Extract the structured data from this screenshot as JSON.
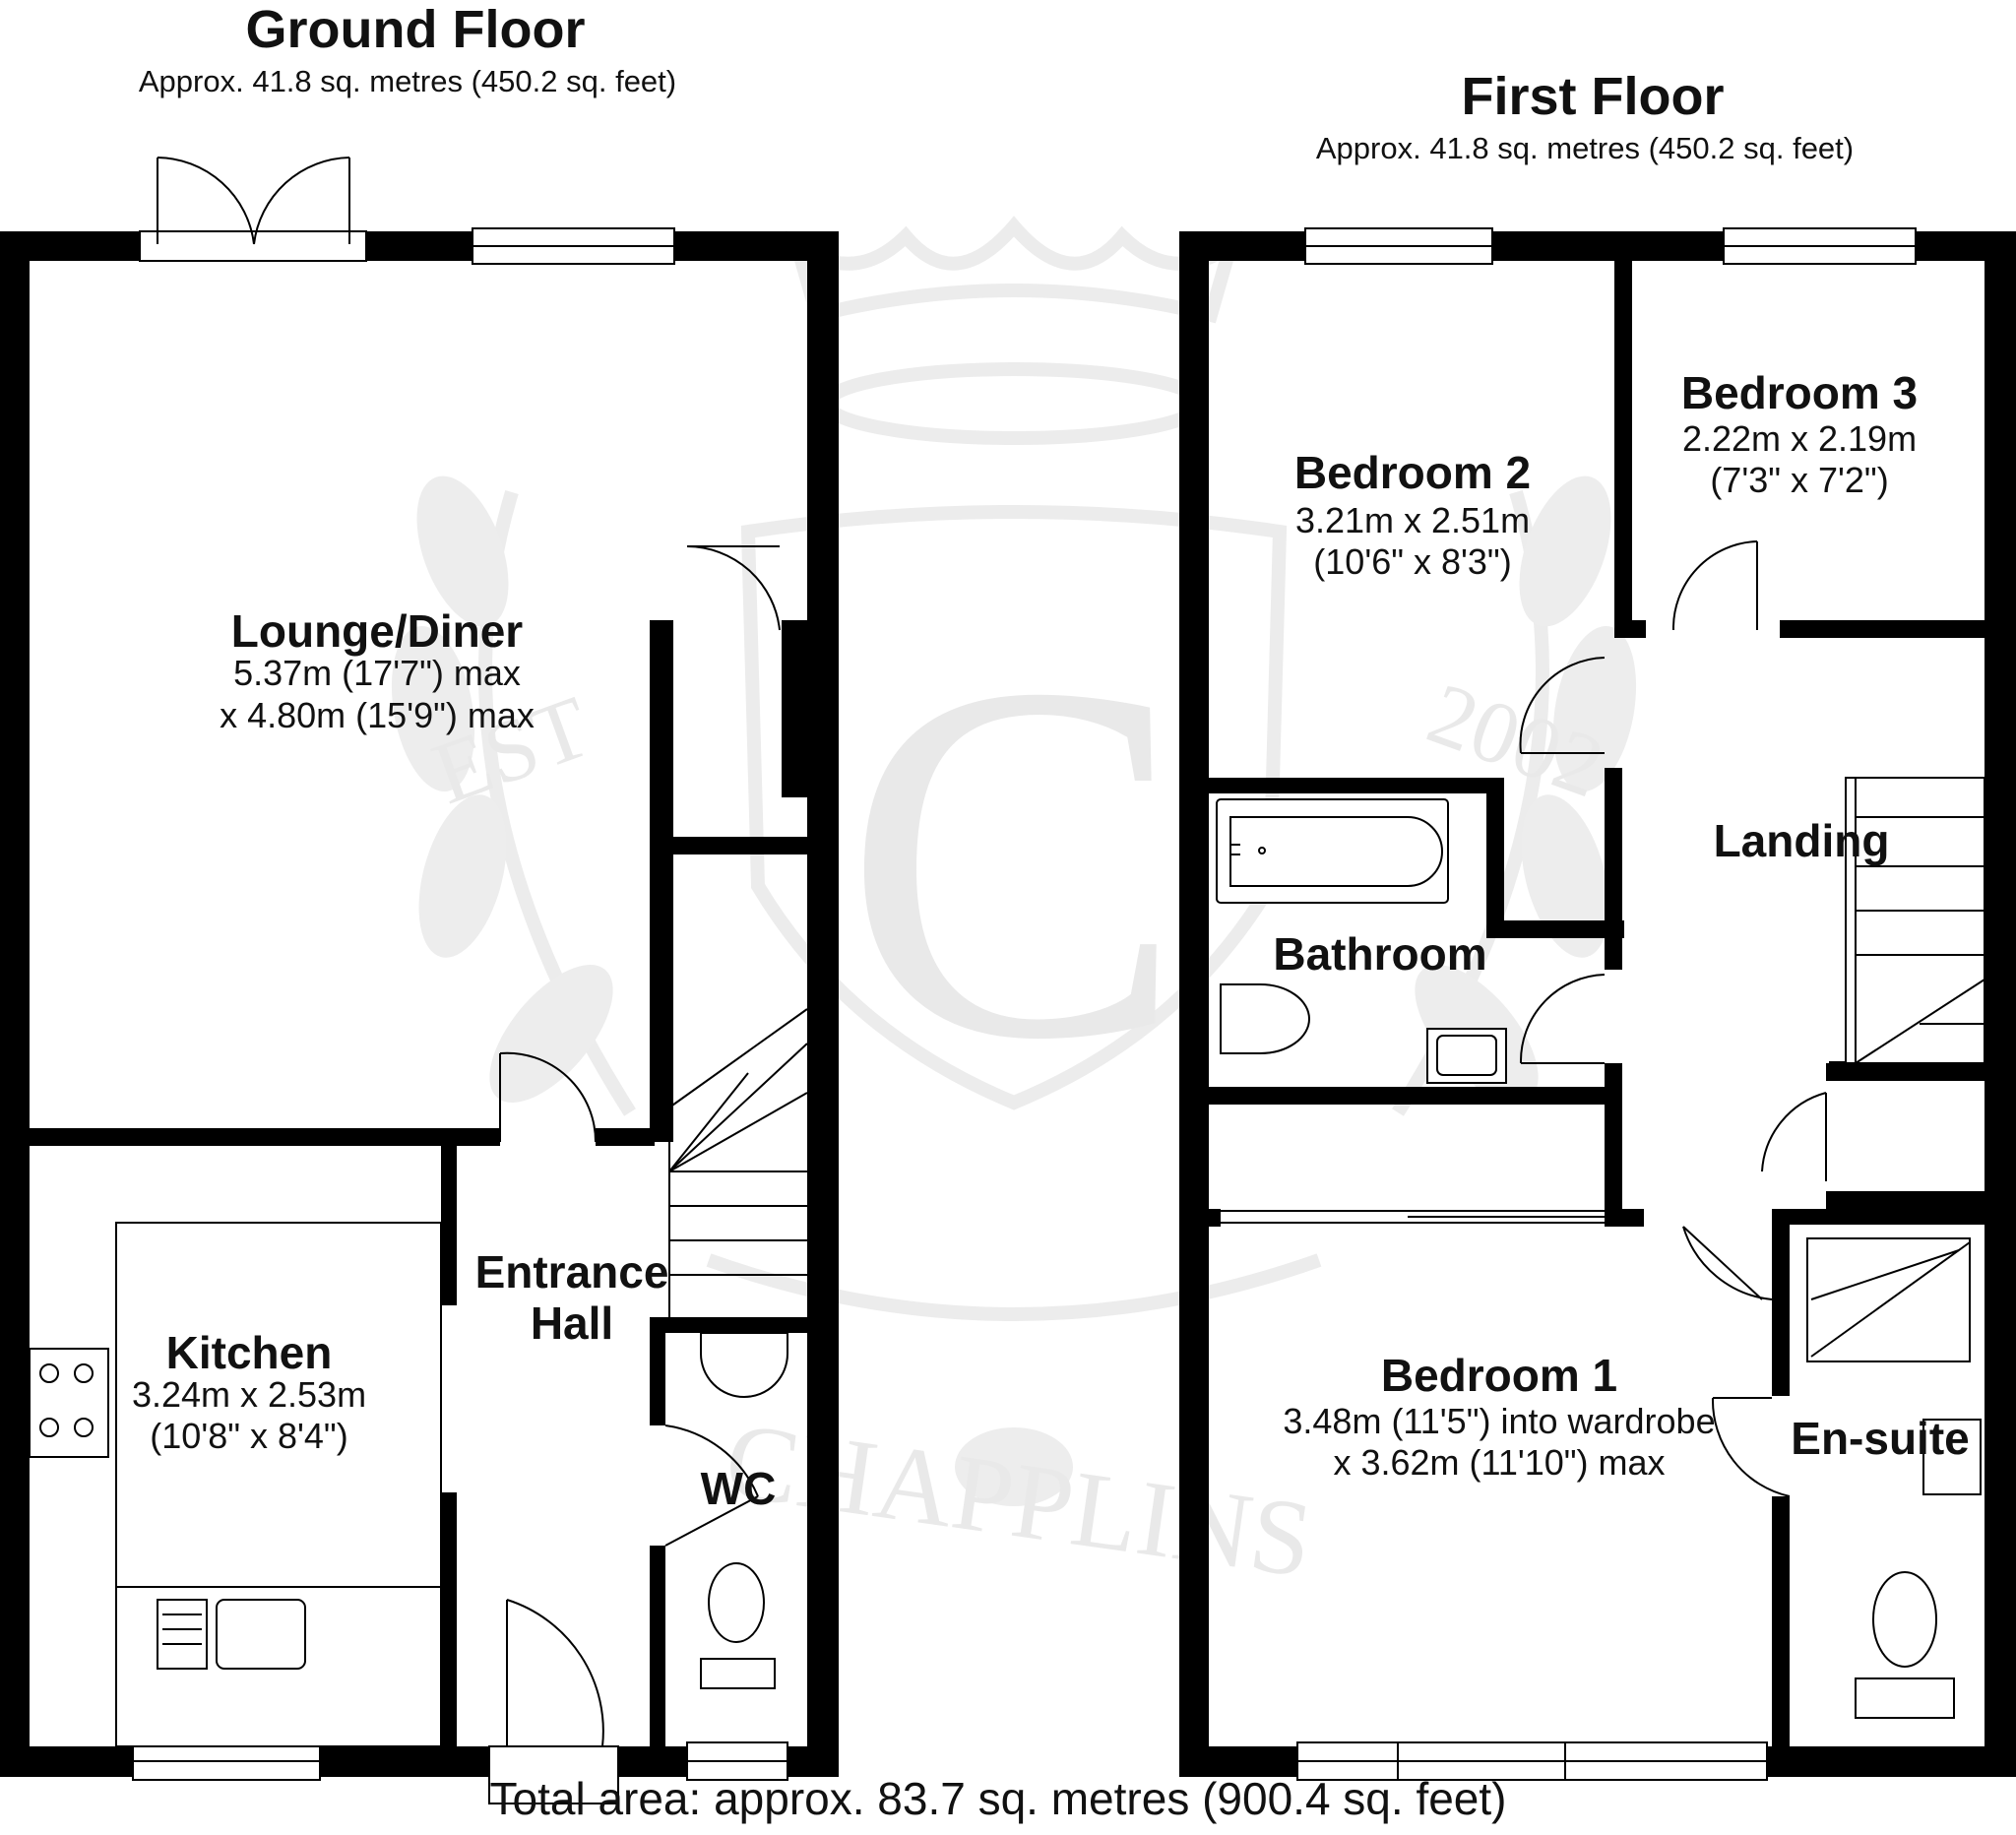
{
  "watermark": {
    "letter": "C",
    "left_text": "EST",
    "right_text": "2002",
    "brand": "CHAPPLINS"
  },
  "ground_floor": {
    "title": "Ground Floor",
    "area": "Approx. 41.8 sq. metres (450.2 sq. feet)",
    "rooms": [
      {
        "name": "Lounge/Diner",
        "dim1": "5.37m (17'7\") max",
        "dim2": "x 4.80m (15'9\") max"
      },
      {
        "name": "Kitchen",
        "dim1": "3.24m x 2.53m",
        "dim2": "(10'8\" x 8'4\")"
      },
      {
        "name": "Entrance",
        "dim1": "Hall"
      },
      {
        "name": "WC"
      }
    ]
  },
  "first_floor": {
    "title": "First Floor",
    "area": "Approx. 41.8 sq. metres (450.2 sq. feet)",
    "rooms": [
      {
        "name": "Bedroom 2",
        "dim1": "3.21m x 2.51m",
        "dim2": "(10'6\" x 8'3\")"
      },
      {
        "name": "Bedroom 3",
        "dim1": "2.22m x 2.19m",
        "dim2": "(7'3\" x 7'2\")"
      },
      {
        "name": "Landing"
      },
      {
        "name": "Bathroom"
      },
      {
        "name": "Bedroom 1",
        "dim1": "3.48m (11'5\") into wardrobe",
        "dim2": "x 3.62m (11'10\") max"
      },
      {
        "name": "En-suite"
      }
    ]
  },
  "total_area": "Total area: approx. 83.7 sq. metres (900.4 sq. feet)"
}
